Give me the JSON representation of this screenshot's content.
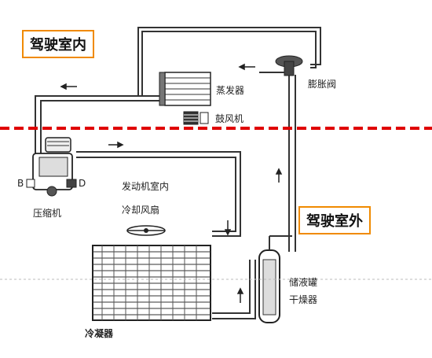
{
  "zones": {
    "inside": "驾驶室内",
    "outside": "驾驶室外"
  },
  "components": {
    "evaporator": "蒸发器",
    "expansion_valve": "膨胀阀",
    "blower": "鼓风机",
    "engine_compartment": "发动机室内",
    "cooling_fan": "冷却风扇",
    "compressor": "压缩机",
    "receiver_drier_line1": "储液罐",
    "receiver_drier_line2": "干燥器",
    "condenser": "冷凝器",
    "port_b": "B",
    "port_d": "D"
  },
  "colors": {
    "zone_border": "#f08a00",
    "divider": "#e00000",
    "pipe": "#333333"
  }
}
